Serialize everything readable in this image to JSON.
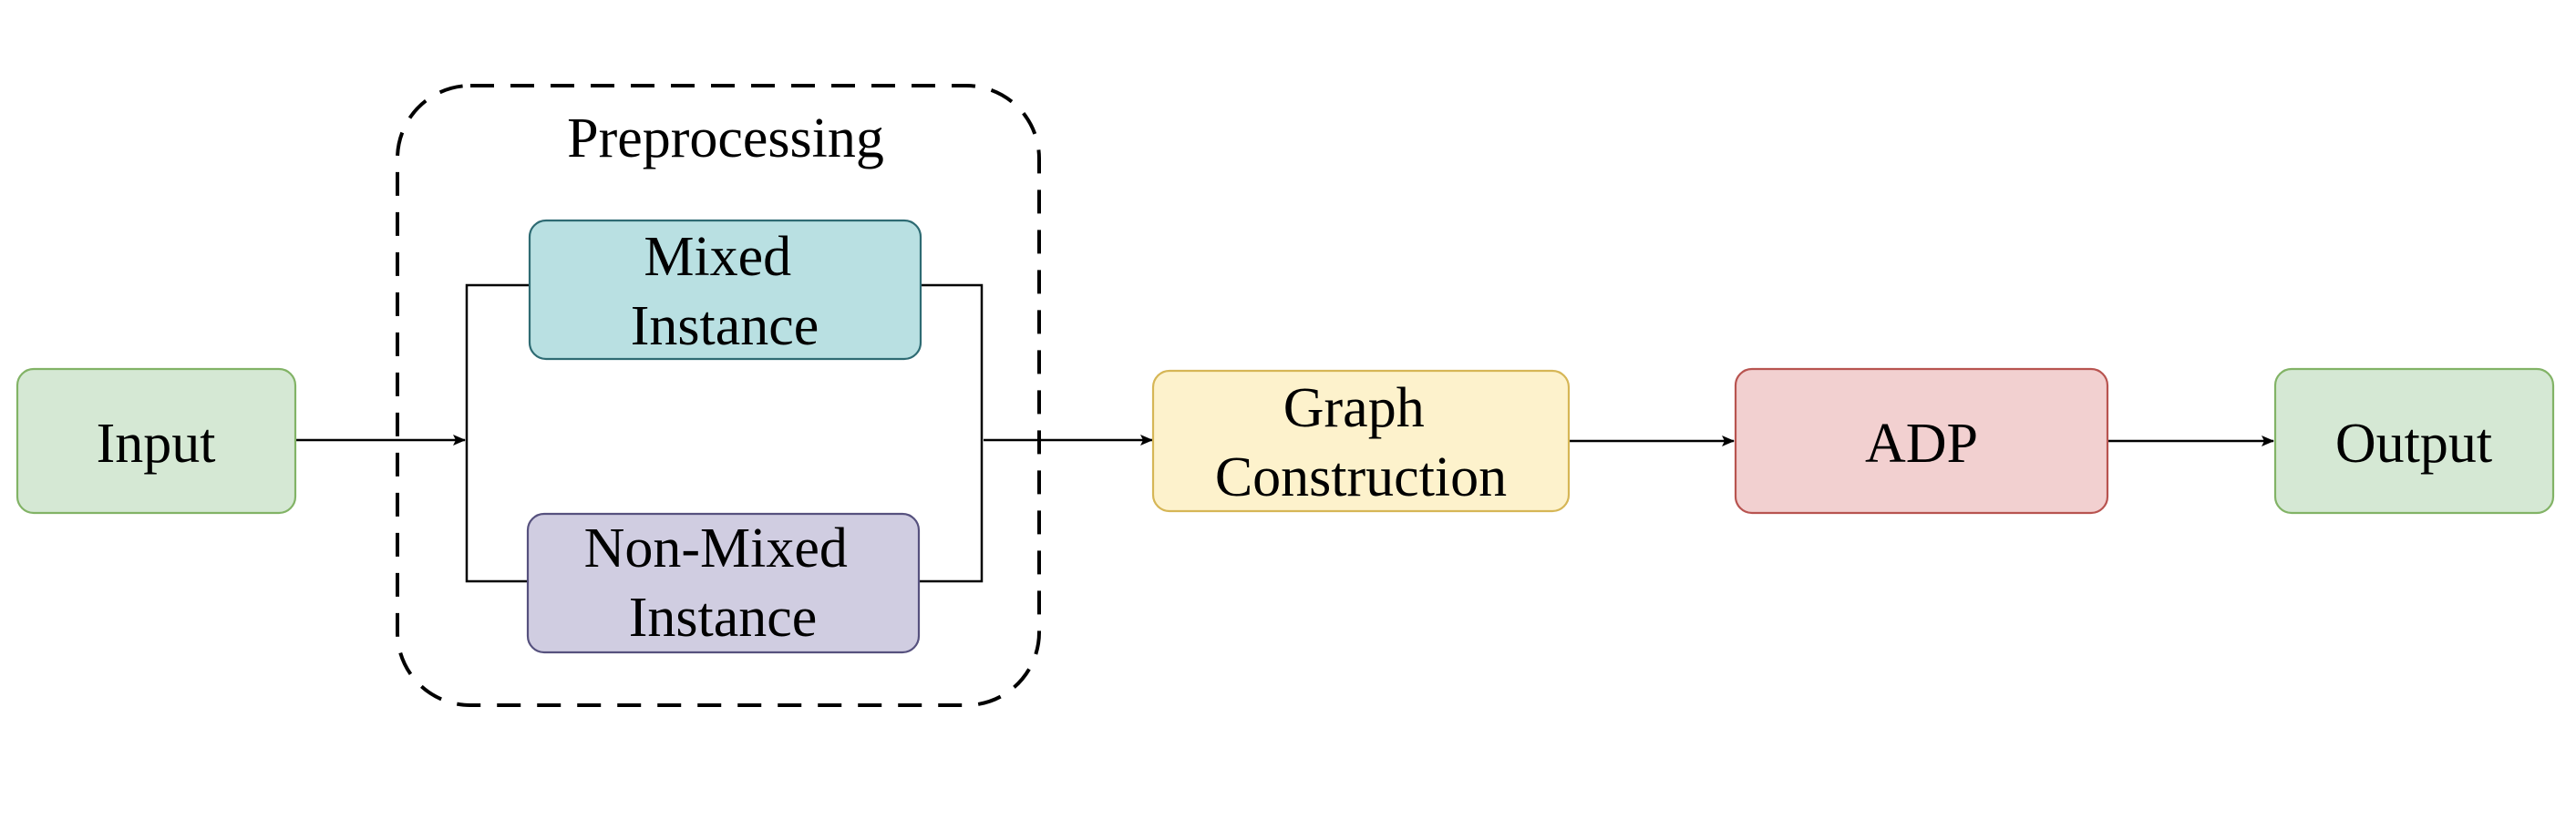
{
  "diagram": {
    "group": {
      "label": "Preprocessing"
    },
    "nodes": {
      "input": {
        "label_lines": [
          "Input"
        ],
        "fill": "#d5e8d4",
        "stroke": "#82b366"
      },
      "mixed": {
        "label_lines": [
          "Mixed",
          "Instance"
        ],
        "fill": "#b9e0e2",
        "stroke": "#2e6b73"
      },
      "non_mixed": {
        "label_lines": [
          "Non-Mixed",
          "Instance"
        ],
        "fill": "#d0cde1",
        "stroke": "#56517e"
      },
      "graph": {
        "label_lines": [
          "Graph",
          "Construction"
        ],
        "fill": "#fdf2cc",
        "stroke": "#d6b656"
      },
      "adp": {
        "label_lines": [
          "ADP"
        ],
        "fill": "#f2d0d0",
        "stroke": "#b85450"
      },
      "output": {
        "label_lines": [
          "Output"
        ],
        "fill": "#d5e8d4",
        "stroke": "#82b366"
      }
    },
    "edges": [
      {
        "from": "input",
        "to": "preprocessing"
      },
      {
        "from": "preprocessing",
        "to": "mixed"
      },
      {
        "from": "preprocessing",
        "to": "non_mixed"
      },
      {
        "from": "mixed",
        "to": "graph"
      },
      {
        "from": "non_mixed",
        "to": "graph"
      },
      {
        "from": "graph",
        "to": "adp"
      },
      {
        "from": "adp",
        "to": "output"
      }
    ]
  }
}
